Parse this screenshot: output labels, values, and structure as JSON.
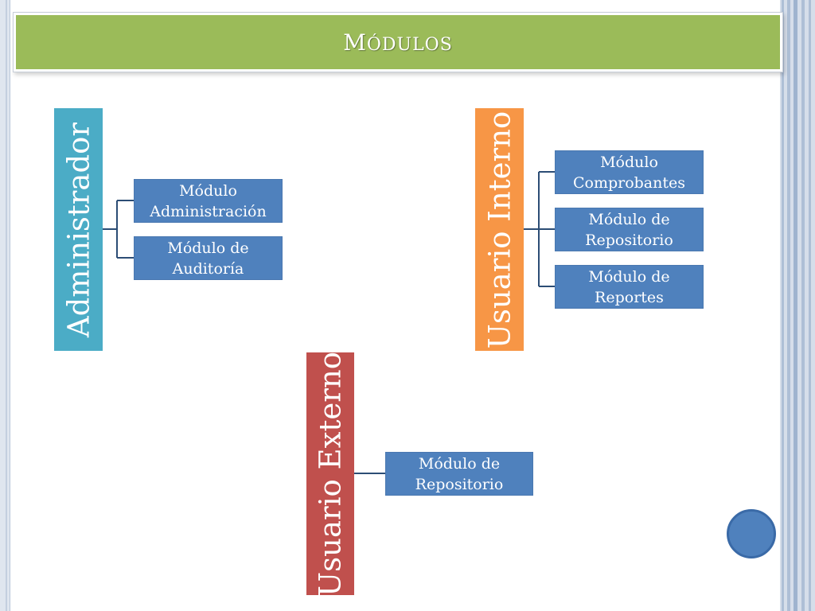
{
  "slide": {
    "title_first": "M",
    "title_rest": "ÓDULOS"
  },
  "diagram": {
    "administrador": {
      "label": "Administrador",
      "color": "#4bacc6",
      "children": [
        "Módulo\nAdministración",
        "Módulo de\nAuditoría"
      ]
    },
    "usuario_interno": {
      "label": "Usuario Interno",
      "color": "#f79646",
      "children": [
        "Módulo\nComprobantes",
        "Módulo de\nRepositorio",
        "Módulo de\nReportes"
      ]
    },
    "usuario_externo": {
      "label": "Usuario Externo",
      "color": "#c0504d",
      "children": [
        "Módulo de\nRepositorio"
      ]
    },
    "child_color": "#4f81bd",
    "connector_color": "#2c4d75"
  }
}
